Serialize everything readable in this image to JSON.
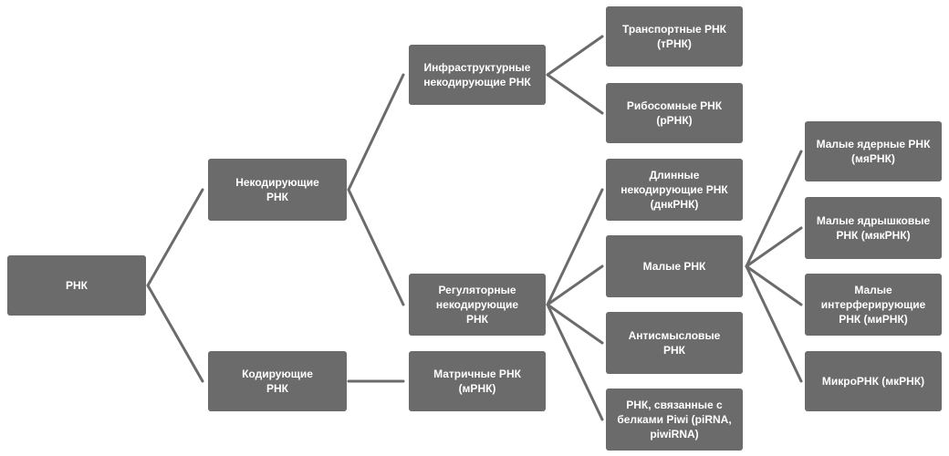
{
  "colors": {
    "node": "#6b6b6b",
    "text": "#ffffff",
    "line": "#6b6b6b",
    "background": "#ffffff"
  },
  "nodes": {
    "rna": "РНК",
    "noncoding": "Некодирующие\nРНК",
    "coding": "Кодирующие\nРНК",
    "infrastructural": "Инфраструктурные\nнекодирующие РНК",
    "regulatory": "Регуляторные\nнекодирующие\nРНК",
    "mrna": "Матричные РНК\n(мРНК)",
    "trna": "Транспортные РНК\n(тРНК)",
    "rrna": "Рибосомные РНК\n(рРНК)",
    "lncrna": "Длинные\nнекодирующие РНК\n(днкРНК)",
    "small_rna": "Малые РНК",
    "antisense": "Антисмысловые\nРНК",
    "pirna": "РНК, связанные с\nбелками Piwi (piRNA,\npiwiRNA)",
    "snrna": "Малые ядерные РНК\n(мяРНК)",
    "snorna": "Малые ядрышковые\nРНК (мякРНК)",
    "sirna": "Малые\nинтерферирующие\nРНК (миРНК)",
    "mirna": "МикроРНК (мкРНК)"
  }
}
